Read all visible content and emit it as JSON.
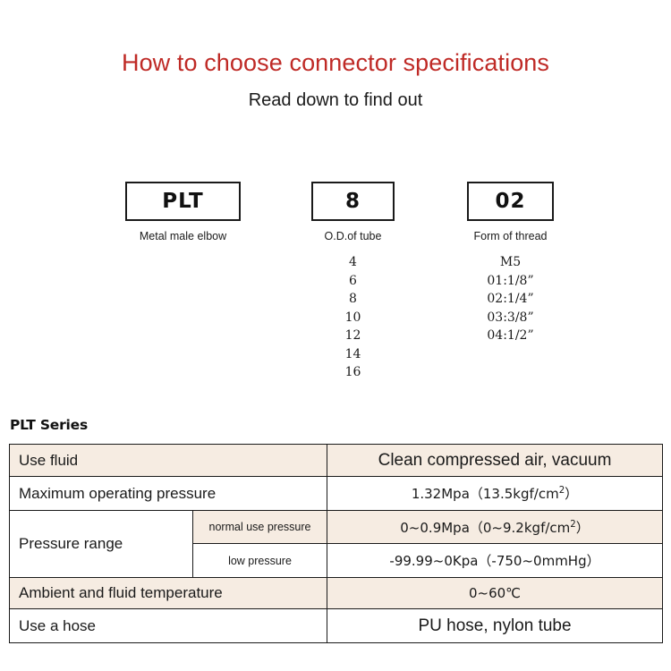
{
  "header": {
    "title": "How to choose connector specifications",
    "subtitle": "Read down to find out",
    "title_color": "#bf2a26"
  },
  "selector": {
    "columns": [
      {
        "code": "PLT",
        "caption": "Metal male elbow",
        "options": []
      },
      {
        "code": "8",
        "caption": "O.D.of tube",
        "options": [
          "4",
          "6",
          "8",
          "10",
          "12",
          "14",
          "16"
        ]
      },
      {
        "code": "02",
        "caption": "Form of thread",
        "options": [
          "M5",
          "01:1/8”",
          "02:1/4”",
          "03:3/8”",
          "04:1/2”"
        ]
      }
    ]
  },
  "spec": {
    "heading": "PLT Series",
    "shade_color": "#f6ece2",
    "rows": {
      "use_fluid_label": "Use fluid",
      "use_fluid_value": "Clean compressed air, vacuum",
      "max_pressure_label": "Maximum operating pressure",
      "max_pressure_value_main": "1.32Mpa（13.5kgf/cm",
      "max_pressure_value_sup": "2",
      "max_pressure_value_tail": "）",
      "pressure_range_label": "Pressure range",
      "normal_use_sublabel": "normal use pressure",
      "normal_use_value_main": "0~0.9Mpa（0~9.2kgf/cm",
      "normal_use_value_sup": "2",
      "normal_use_value_tail": "）",
      "low_pressure_sublabel": "low pressure",
      "low_pressure_value": "-99.99~0Kpa（-750~0mmHg）",
      "temperature_label": "Ambient and fluid temperature",
      "temperature_value": "0~60℃",
      "hose_label": "Use a hose",
      "hose_value": "PU hose, nylon tube"
    }
  }
}
